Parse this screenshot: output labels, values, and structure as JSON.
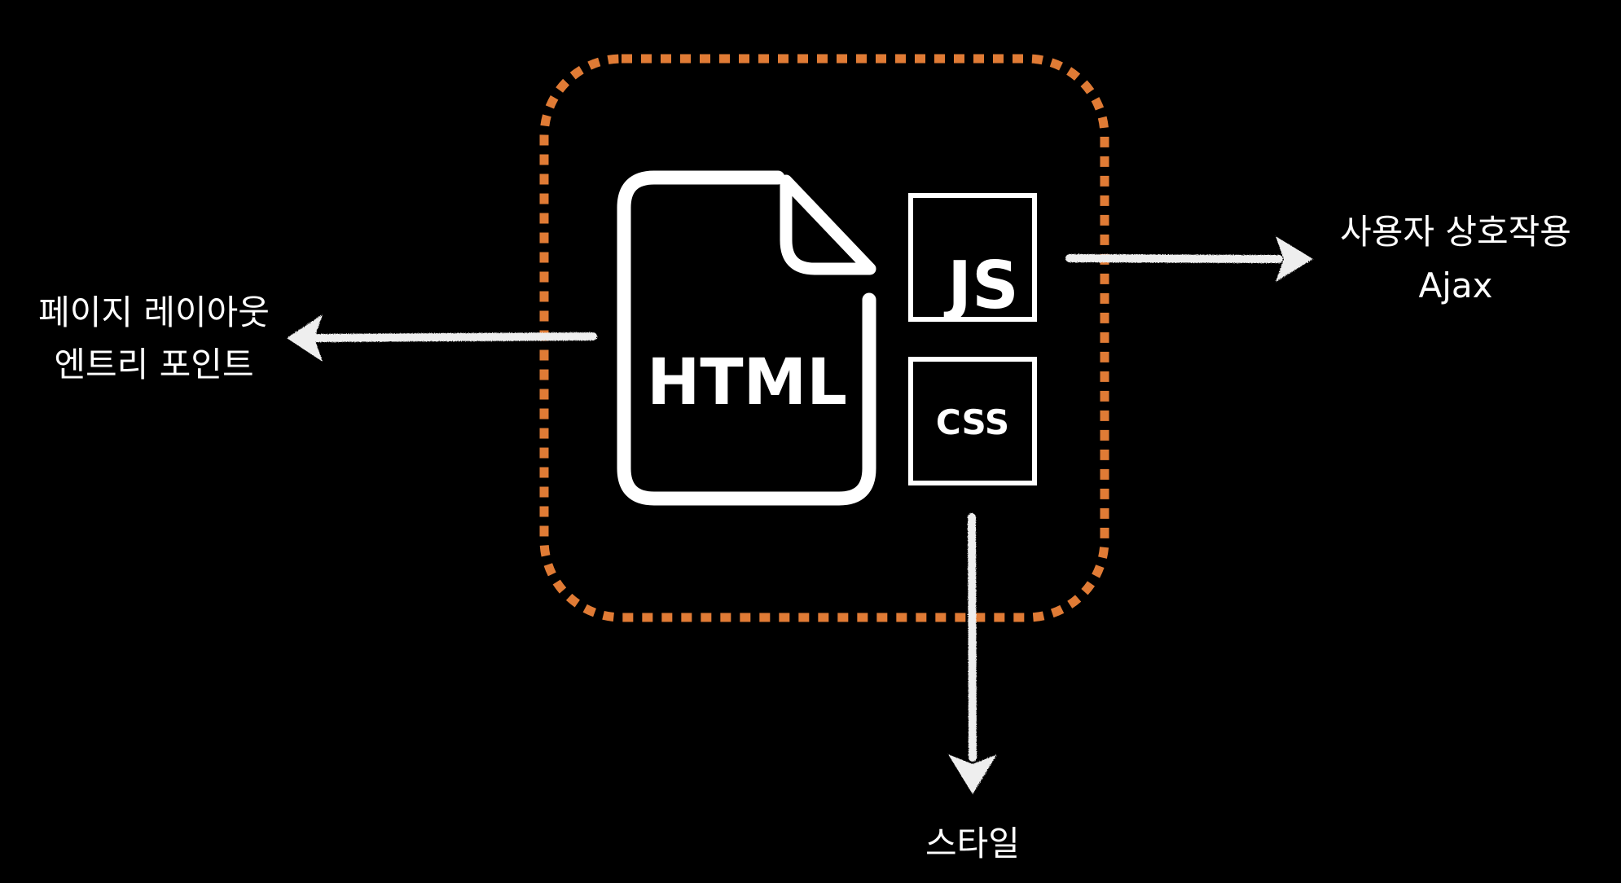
{
  "colors": {
    "background": "#000000",
    "frame": "#e07b35",
    "ink": "#ffffff"
  },
  "icons": {
    "html": {
      "name": "html-file-icon",
      "text": "HTML"
    },
    "js": {
      "name": "js-icon",
      "text": "JS"
    },
    "css": {
      "name": "css-icon",
      "text": "CSS"
    }
  },
  "labels": {
    "left": {
      "line1": "페이지 레이아웃",
      "line2": "엔트리 포인트"
    },
    "right": {
      "line1": "사용자 상호작용",
      "line2": "Ajax"
    },
    "bottom": {
      "line1": "스타일"
    }
  }
}
